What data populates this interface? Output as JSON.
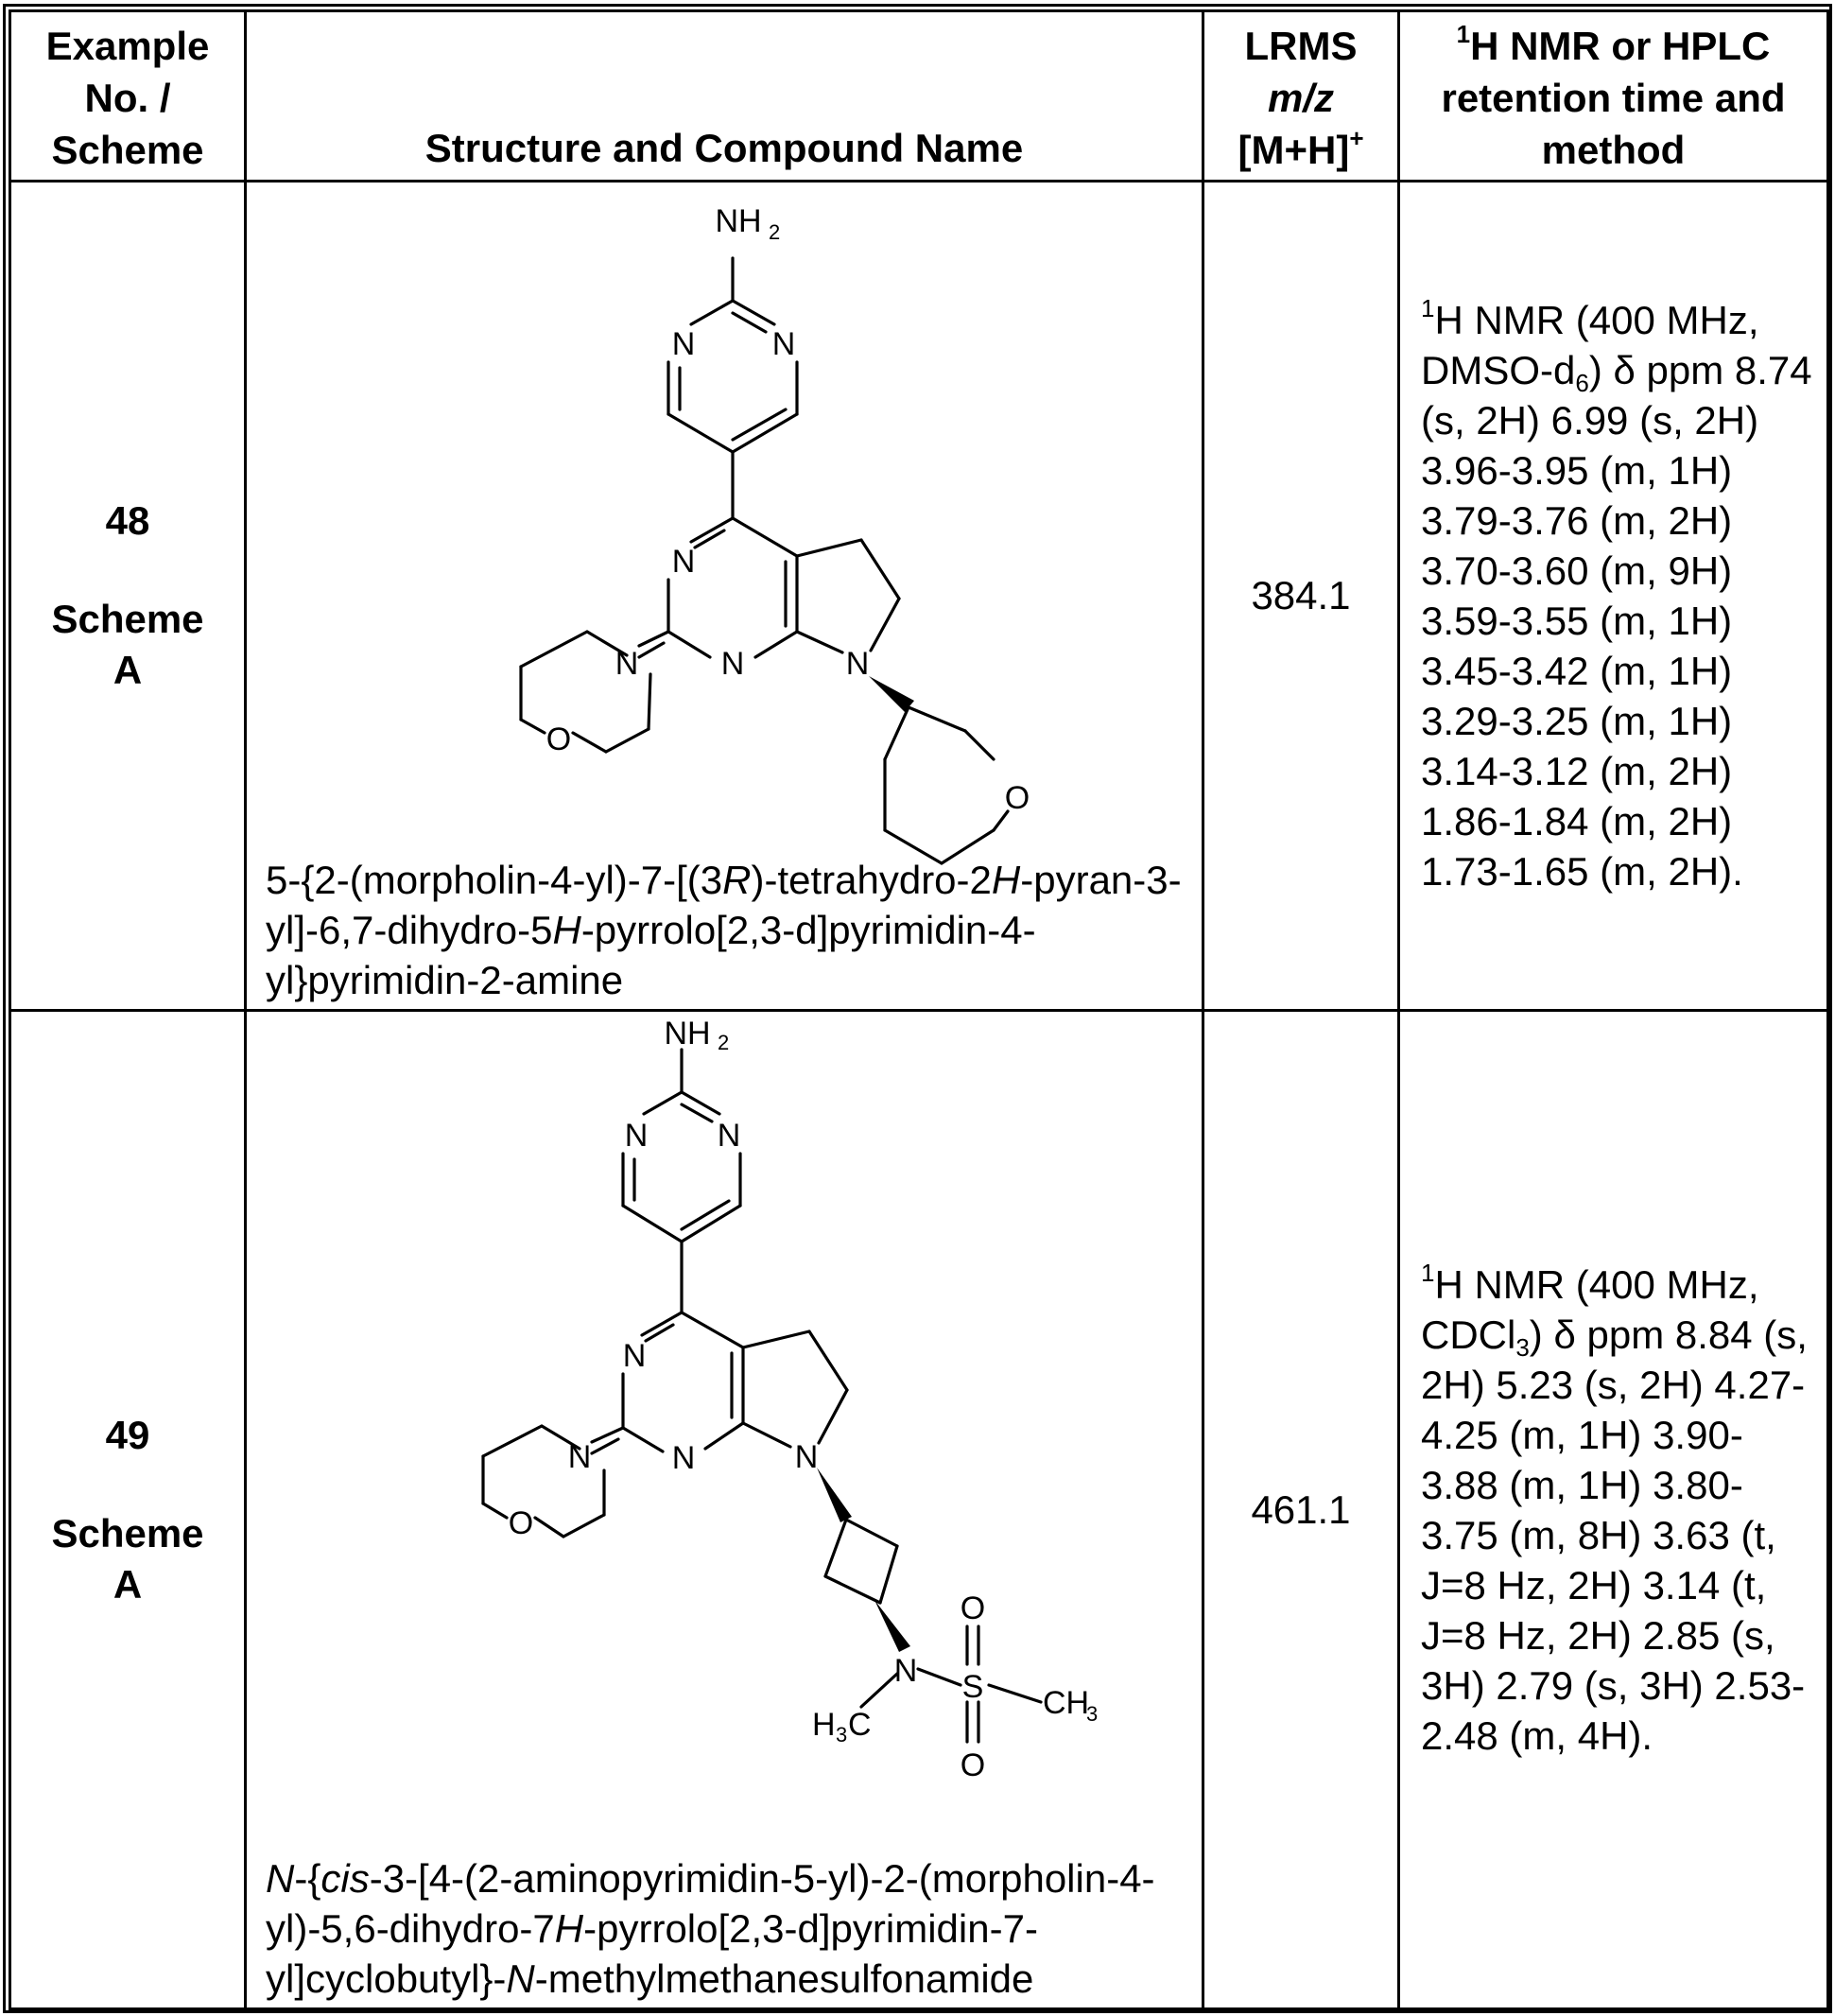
{
  "headers": {
    "col1": [
      "Example",
      "No. /",
      "Scheme"
    ],
    "col2": "Structure and Compound Name",
    "col3": {
      "line1": "LRMS",
      "line2": "m/z",
      "line3": "[M+H]",
      "line3_sup": "+"
    },
    "col4": {
      "sup": "1",
      "line1": "H NMR or HPLC",
      "line2": "retention time and",
      "line3": "method"
    }
  },
  "rows": [
    {
      "example_no": "48",
      "scheme": [
        "Scheme",
        "A"
      ],
      "lrms": "384.1",
      "name": [
        {
          "t": "5-{2-(morpholin-4-yl)-7-[(3"
        },
        {
          "t": "R",
          "i": true
        },
        {
          "t": ")-tetrahydro-2"
        },
        {
          "t": "H",
          "i": true
        },
        {
          "t": "-pyran-3-yl]-6,7-dihydro-5"
        },
        {
          "t": "H",
          "i": true
        },
        {
          "t": "-pyrrolo[2,3-d]pyrimidin-4-yl}pyrimidin-2-amine"
        }
      ],
      "nmr": [
        {
          "t": "1",
          "sup": true
        },
        {
          "t": "H NMR (400 MHz, DMSO-d"
        },
        {
          "t": "6",
          "sub": true
        },
        {
          "t": ") δ ppm 8.74 (s, 2H) 6.99 (s, 2H) 3.96-3.95 (m, 1H) 3.79-3.76 (m, 2H) 3.70-3.60 (m, 9H) 3.59-3.55 (m, 1H) 3.45-3.42 (m, 1H) 3.29-3.25 (m, 1H) 3.14-3.12 (m, 2H) 1.86-1.84 (m, 2H) 1.73-1.65 (m, 2H)."
        }
      ],
      "atoms": {
        "nh2": "NH",
        "nh2_sub": "2",
        "n": "N",
        "o": "O"
      }
    },
    {
      "example_no": "49",
      "scheme": [
        "Scheme",
        "A"
      ],
      "lrms": "461.1",
      "name": [
        {
          "t": "N",
          "i": true
        },
        {
          "t": "-{"
        },
        {
          "t": "cis",
          "i": true
        },
        {
          "t": "-3-[4-(2-aminopyrimidin-5-yl)-2-(morpholin-4-yl)-5,6-dihydro-7"
        },
        {
          "t": "H",
          "i": true
        },
        {
          "t": "-pyrrolo[2,3-d]pyrimidin-7-yl]cyclobutyl}-"
        },
        {
          "t": "N",
          "i": true
        },
        {
          "t": "-methylmethanesulfonamide"
        }
      ],
      "nmr": [
        {
          "t": "1",
          "sup": true
        },
        {
          "t": "H NMR (400 MHz, CDCl"
        },
        {
          "t": "3",
          "sub": true
        },
        {
          "t": ") δ ppm 8.84 (s, 2H) 5.23 (s, 2H) 4.27-4.25 (m, 1H) 3.90-3.88 (m, 1H) 3.80-3.75 (m, 8H) 3.63 (t, J=8 Hz, 2H) 3.14 (t, J=8 Hz, 2H) 2.85 (s, 3H) 2.79 (s, 3H) 2.53-2.48 (m, 4H)."
        }
      ],
      "atoms": {
        "nh2": "NH",
        "nh2_sub": "2",
        "n": "N",
        "o": "O",
        "s": "S",
        "h3c": "H",
        "h3c_sub": "3",
        "h3c_c": "C",
        "ch3": "CH",
        "ch3_sub": "3"
      }
    }
  ]
}
